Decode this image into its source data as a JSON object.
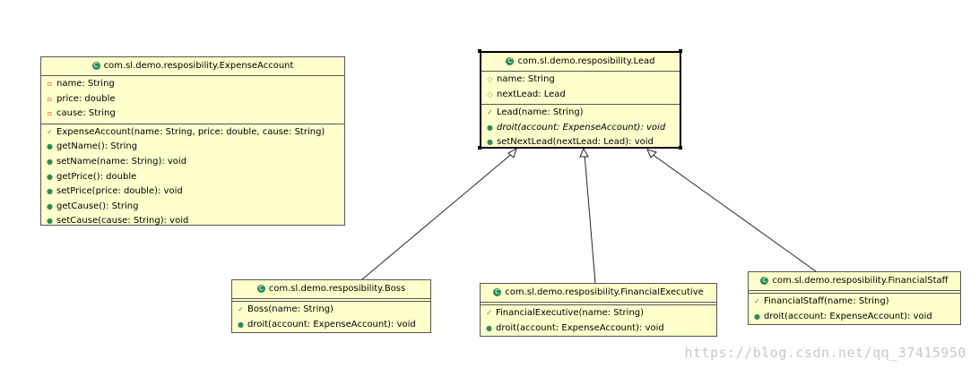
{
  "classes": {
    "expense_account": {
      "name": "com.sl.demo.resposibility.ExpenseAccount",
      "attributes": [
        "name: String",
        "price: double",
        "cause: String"
      ],
      "methods": [
        "ExpenseAccount(name: String, price: double, cause: String)",
        "getName(): String",
        "setName(name: String): void",
        "getPrice(): double",
        "setPrice(price: double): void",
        "getCause(): String",
        "setCause(cause: String): void"
      ]
    },
    "lead": {
      "name": "com.sl.demo.resposibility.Lead",
      "attributes": [
        "name: String",
        "nextLead: Lead"
      ],
      "methods": [
        "Lead(name: String)",
        "droit(account: ExpenseAccount): void",
        "setNextLead(nextLead: Lead): void"
      ]
    },
    "boss": {
      "name": "com.sl.demo.resposibility.Boss",
      "methods": [
        "Boss(name: String)",
        "droit(account: ExpenseAccount): void"
      ]
    },
    "financial_executive": {
      "name": "com.sl.demo.resposibility.FinancialExecutive",
      "methods": [
        "FinancialExecutive(name: String)",
        "droit(account: ExpenseAccount): void"
      ]
    },
    "financial_staff": {
      "name": "com.sl.demo.resposibility.FinancialStaff",
      "methods": [
        "FinancialStaff(name: String)",
        "droit(account: ExpenseAccount): void"
      ]
    }
  },
  "watermark": "https://blog.csdn.net/qq_37415950",
  "colors": {
    "class_fill": "#ffffcc",
    "border": "#555555",
    "line": "#222222"
  }
}
